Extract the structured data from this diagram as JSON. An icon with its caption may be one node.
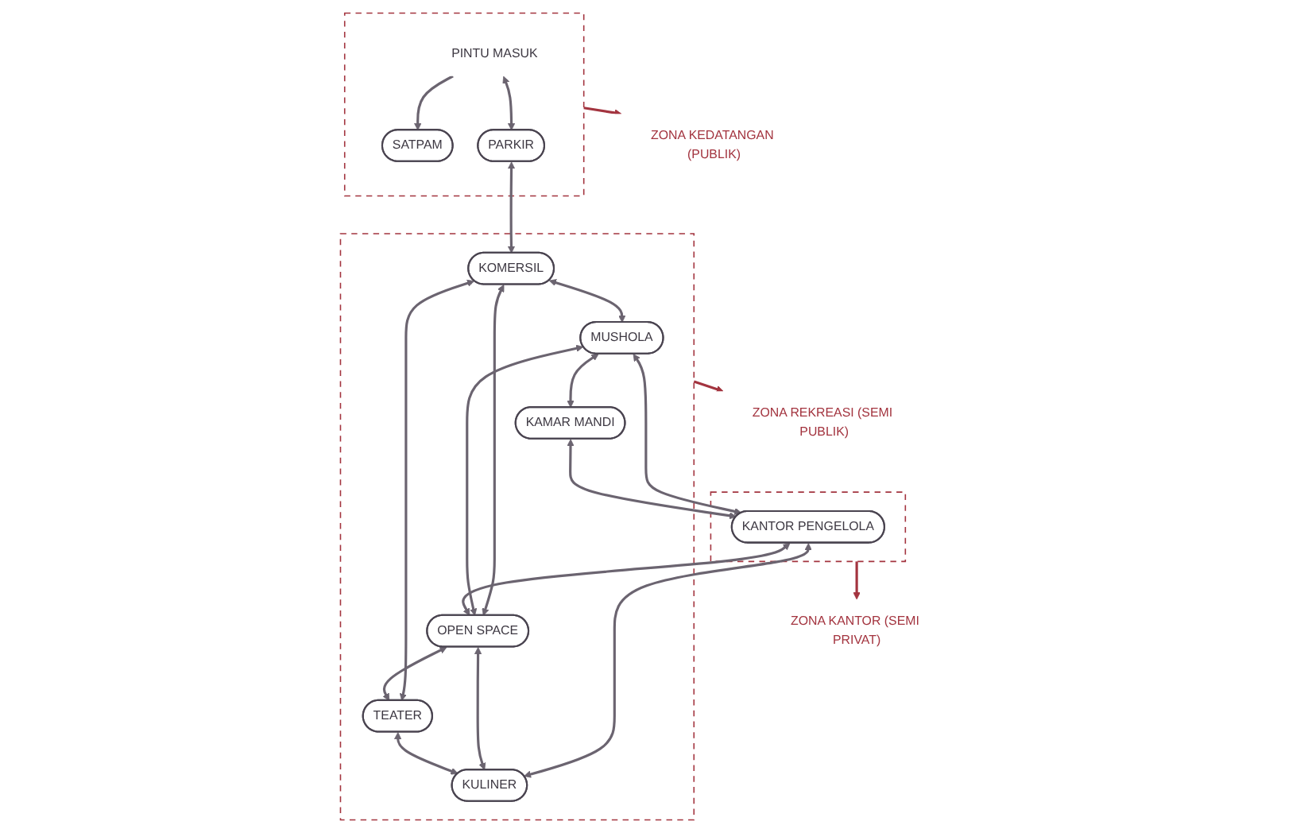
{
  "diagram": {
    "nodes": [
      {
        "text": [],
        "shape": "cloud"
      },
      {
        "text": [
          "PINTU MASUK"
        ],
        "in": 0
      },
      {
        "text": [
          "SATPAM"
        ],
        "in": 0
      },
      {
        "text": [
          "PARKIR"
        ],
        "in": 0
      },
      {
        "text": [],
        "shape": "cloud"
      },
      {
        "text": [
          "MUSHOLA"
        ],
        "in": 4
      },
      {
        "text": [
          "KOMERSIL"
        ],
        "in": 4
      },
      {
        "text": [
          "KAMAR MANDI"
        ],
        "in": 4
      },
      {
        "text": [
          "OPEN SPACE"
        ],
        "in": 4
      },
      {
        "text": [
          "TEATER"
        ],
        "in": 4
      },
      {
        "text": [
          "KULINER"
        ],
        "in": 4
      },
      {
        "text": [],
        "shape": "cloud"
      },
      {
        "text": [
          "KANTOR PENGELOLA"
        ],
        "in": 11
      },
      {
        "text": [
          "ZONA KEDATANGAN (PUBLIK)"
        ]
      },
      {
        "text": [
          "ZONA KANTOR (SEMI PRIVAT)"
        ]
      },
      {
        "text": [
          "ZONA REKREASI (SEMI PUBLIK)"
        ]
      }
    ],
    "edges": [
      {
        "from": 1,
        "to": 2,
        "arrow": "to"
      },
      {
        "from": 1,
        "to": 3,
        "arrow": "both"
      },
      {
        "from": 3,
        "to": 6,
        "arrow": "both"
      },
      {
        "from": 6,
        "to": 5,
        "arrow": "both"
      },
      {
        "from": 6,
        "to": 8,
        "arrow": "both"
      },
      {
        "from": 6,
        "to": 9,
        "arrow": "both"
      },
      {
        "from": 5,
        "to": 12,
        "arrow": "both"
      },
      {
        "from": 5,
        "to": 7,
        "arrow": "both"
      },
      {
        "from": 5,
        "to": 8,
        "arrow": "both"
      },
      {
        "from": 7,
        "to": 12,
        "arrow": "both"
      },
      {
        "from": 12,
        "to": 8,
        "arrow": "both"
      },
      {
        "from": 12,
        "to": 10,
        "arrow": "both"
      },
      {
        "from": 8,
        "to": 9,
        "arrow": "both"
      },
      {
        "from": 8,
        "to": 10,
        "arrow": "both"
      },
      {
        "from": 9,
        "to": 10,
        "arrow": "both"
      },
      {
        "from": 0,
        "to": 13,
        "arrow": "to",
        "color": "#a3343f"
      },
      {
        "from": 11,
        "to": 14,
        "arrow": "to",
        "color": "#a3343f"
      },
      {
        "from": 4,
        "to": 15,
        "arrow": "to",
        "color": "#a3343f"
      }
    ]
  }
}
